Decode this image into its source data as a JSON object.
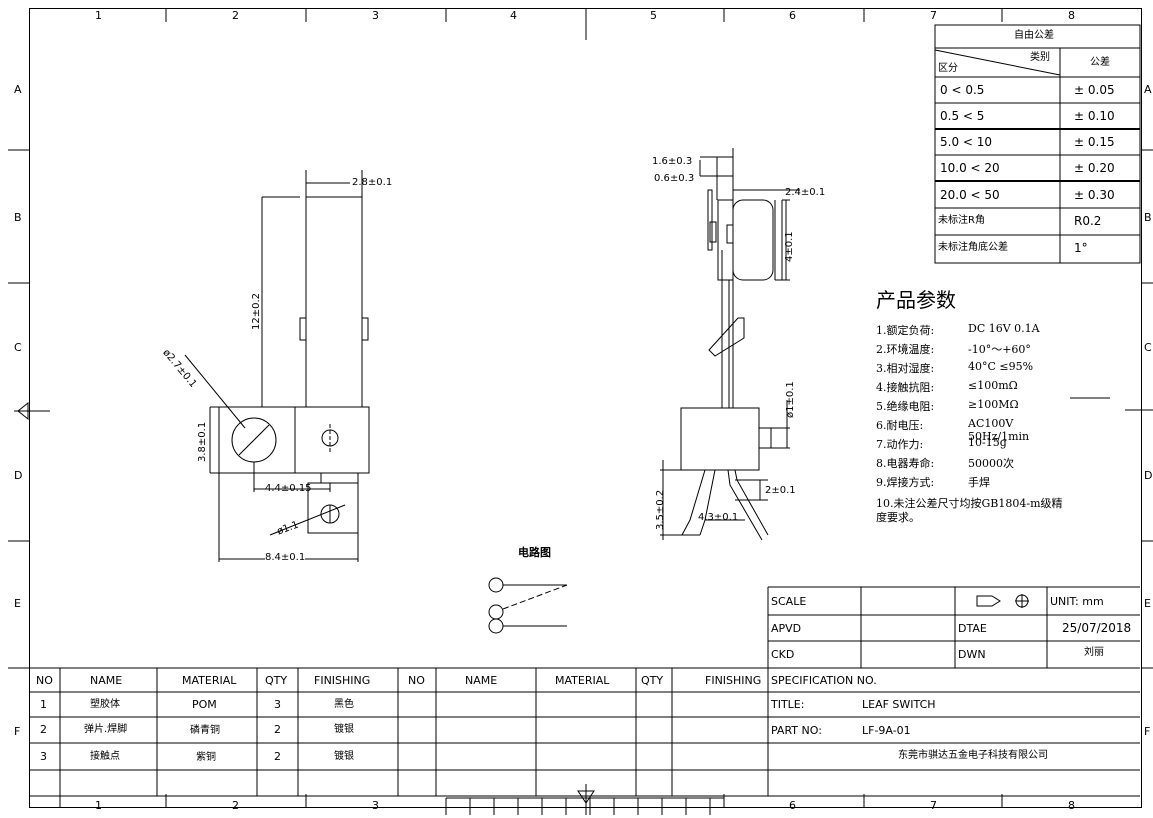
{
  "zones": {
    "columns": [
      "1",
      "2",
      "3",
      "4",
      "5",
      "6",
      "7",
      "8"
    ],
    "rows": [
      "A",
      "B",
      "C",
      "D",
      "E",
      "F"
    ]
  },
  "tolerance_table": {
    "title": "自由公差",
    "col_category": "类别",
    "col_tolerance": "公差",
    "col_range": "区分",
    "rows": [
      {
        "range": "0    < 0.5",
        "tol": "± 0.05"
      },
      {
        "range": "0.5    < 5",
        "tol": "± 0.10"
      },
      {
        "range": "5.0    < 10",
        "tol": "± 0.15"
      },
      {
        "range": "10.0  < 20",
        "tol": "± 0.20"
      },
      {
        "range": "20.0  < 50",
        "tol": "± 0.30"
      }
    ],
    "r_label": "未标注R角",
    "r_value": "R0.2",
    "angle_label": "未标注角底公差",
    "angle_value": "1°"
  },
  "params": {
    "title": "产品参数",
    "items": [
      {
        "label": "1.额定负荷:",
        "value": "DC 16V 0.1A"
      },
      {
        "label": "2.环境温度:",
        "value": "-10°～+60°"
      },
      {
        "label": "3.相对湿度:",
        "value": "40°C  ≤95%"
      },
      {
        "label": "4.接触抗阻:",
        "value": "≤100mΩ"
      },
      {
        "label": "5.绝缘电阻:",
        "value": "≥100MΩ"
      },
      {
        "label": "6.耐电压:",
        "value": "AC100V 50Hz/1min"
      },
      {
        "label": "7.动作力:",
        "value": "10-15g"
      },
      {
        "label": "8.电器寿命:",
        "value": "50000次"
      },
      {
        "label": "9.焊接方式:",
        "value": "手焊"
      }
    ],
    "note_line1": "10.未注公差尺寸均按GB1804-m级精",
    "note_line2": "度要求。"
  },
  "dims_front": {
    "width_top": "2.8±0.1",
    "length": "12±0.2",
    "hole_dia": "ø2.7±0.1",
    "height": "3.8±0.1",
    "offset": "4.4±0.15",
    "pin_hole": "ø1.1",
    "total_width": "8.4±0.1"
  },
  "dims_side": {
    "d1": "1.6±0.3",
    "d2": "0.6±0.3",
    "d3": "2.4±0.1",
    "d4": "4±0.1",
    "d5": "ø1±0.1",
    "d6": "3.5±0.2",
    "d7": "2±0.1",
    "d8": "4.3±0.1"
  },
  "circuit_label": "电路图",
  "title_block": {
    "scale_label": "SCALE",
    "unit": "UNIT: mm",
    "apvd_label": "APVD",
    "date_label": "DTAE",
    "date_value": "25/07/2018",
    "ckd_label": "CKD",
    "dwn_label": "DWN",
    "drawer": "刘丽",
    "spec_label": "SPECIFICATION NO.",
    "title_label": "TITLE:",
    "title_value": "LEAF SWITCH",
    "part_label": "PART NO:",
    "part_value": "LF-9A-01",
    "company": "东莞市骐达五金电子科技有限公司"
  },
  "bom": {
    "headers": [
      "NO",
      "NAME",
      "MATERIAL",
      "QTY",
      "FINISHING",
      "NO",
      "NAME",
      "MATERIAL",
      "QTY",
      "FINISHING"
    ],
    "rows": [
      {
        "no": "1",
        "name": "塑胶体",
        "material": "POM",
        "qty": "3",
        "finishing": "黑色"
      },
      {
        "no": "2",
        "name": "弹片.焊脚",
        "material": "磷青铜",
        "qty": "2",
        "finishing": "镀银"
      },
      {
        "no": "3",
        "name": "接触点",
        "material": "紫铜",
        "qty": "2",
        "finishing": "镀银"
      }
    ]
  }
}
